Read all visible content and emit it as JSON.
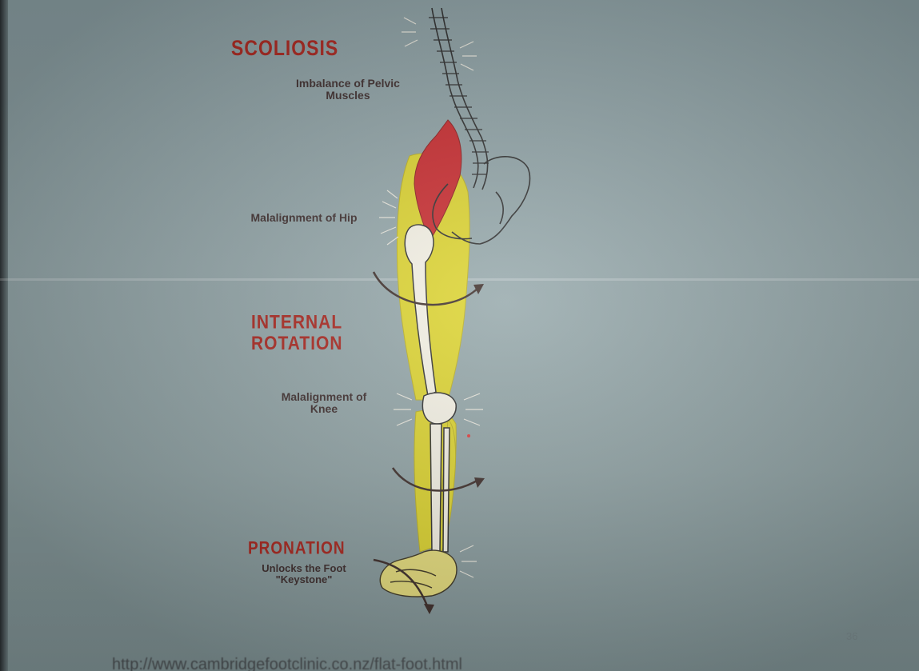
{
  "labels": {
    "scoliosis": "SCOLIOSIS",
    "pelvic": "Imbalance of Pelvic Muscles",
    "hip": "Malalignment of Hip",
    "internal_rotation": "INTERNAL ROTATION",
    "knee": "Malalignment of Knee",
    "pronation": "PRONATION",
    "keystone": "Unlocks the Foot \"Keystone\""
  },
  "footer": {
    "url": "http://www.cambridgefootclinic.co.nz/flat-foot.html",
    "page_number": "36"
  },
  "colors": {
    "title_red": "#a8221a",
    "muscle_yellow": "#dcd32a",
    "muscle_red": "#c8262a",
    "screen": "#8fa2a4"
  }
}
